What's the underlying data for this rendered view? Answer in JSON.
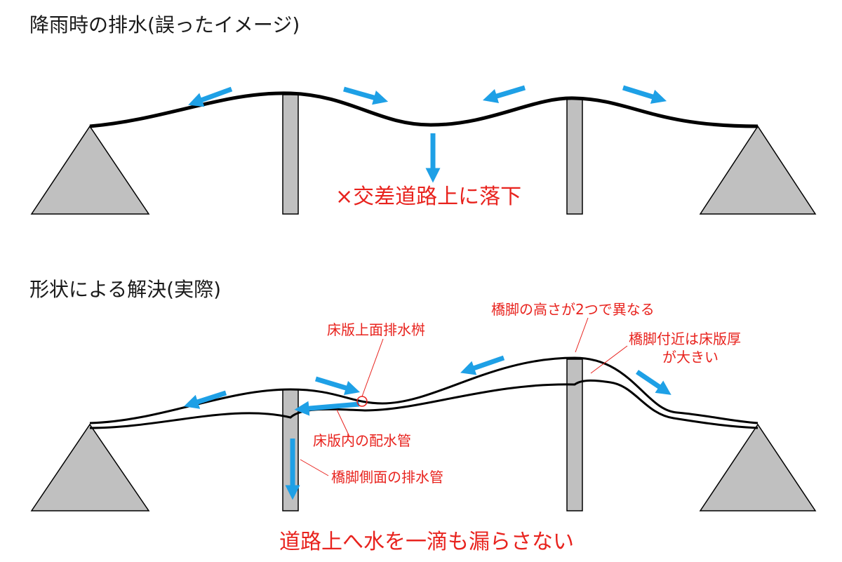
{
  "top_panel": {
    "title": "降雨時の排水(誤ったイメージ)",
    "result": "×交差道路上に落下"
  },
  "bottom_panel": {
    "title": "形状による解決(実際)",
    "annotations": {
      "pier_height": "橋脚の高さが2つで異なる",
      "inlet": "床版上面排水桝",
      "slab_thick_line1": "橋脚付近は床版厚",
      "slab_thick_line2": "が大きい",
      "inner_pipe": "床版内の配水管",
      "side_pipe": "橋脚側面の排水管"
    },
    "result": "道路上へ水を一滴も漏らさない"
  },
  "colors": {
    "arrow": "#1ea0e6",
    "structure_fill": "#c0c0c0",
    "annotation": "#e8231e",
    "deck": "#000000"
  }
}
